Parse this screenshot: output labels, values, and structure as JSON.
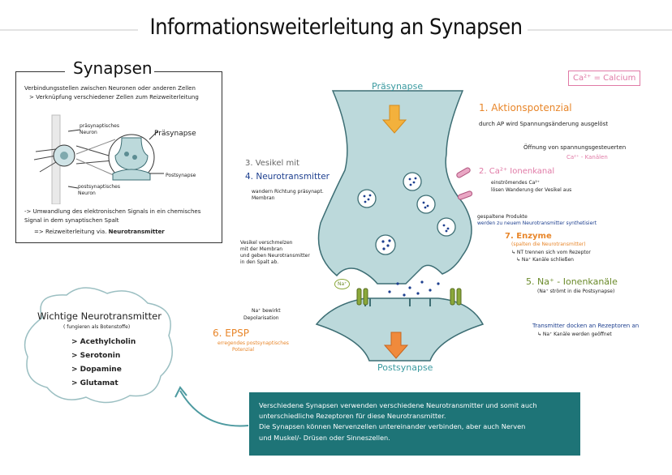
{
  "title": "Informationsweiterleitung an Synapsen",
  "synapsen_box": {
    "heading": "Synapsen",
    "def1": "Verbindungsstellen zwischen Neuronen oder anderen Zellen",
    "def2": "> Verknüpfung verschiedener Zellen zum Reizweiterleitung",
    "label_praesyn_neuron": "präsynaptisches Neuron",
    "label_postsyn_neuron": "postsynaptisches Neuron",
    "label_praesynapse": "Präsynapse",
    "label_postsynapse": "Postsynapse",
    "umw1": "-> Umwandlung des elektronischen Signals in ein chemisches",
    "umw2": "Signal in dem synaptischen Spalt",
    "reiz_prefix": "=> Reizweiterleitung via.",
    "reiz_bold": "Neurotransmitter"
  },
  "neurotransmitter_cloud": {
    "heading": "Wichtige Neurotransmitter",
    "sub": "( fungieren als Botenstoffe)",
    "items": [
      "> Acethylcholin",
      "> Serotonin",
      "> Dopamine",
      "> Glutamat"
    ]
  },
  "diagram": {
    "praesynapse": "Präsynapse",
    "postsynapse": "Postsynapse",
    "ca_note": "Ca²⁺ = Calcium",
    "s1_title": "1. Aktionspotenzial",
    "s1_text": "durch AP wird Spannungsänderung ausgelöst",
    "s1_text2": "Öffnung von spannungsgesteuerten",
    "s1_text3": "Ca²⁺ - Kanälen",
    "s2_title": "2. Ca²⁺ Ionenkanal",
    "s2_text1": "einströmendes Ca²⁺",
    "s2_text2": "lösen Wanderung der Vesikel aus",
    "s3_title": "3. Vesikel mit",
    "s4_title": "4. Neurotransmitter",
    "s4_text1": "wandern Richtung präsynapt.",
    "s4_text2": "Membran",
    "stored1": "gespaltene Produkte",
    "stored2": "werden zu neuem Neurotransmitter synthetisiert",
    "s7_title": "7. Enzyme",
    "s7_text1": "(spalten die Neurotransmitter)",
    "s7_text2": "↳ NT trennen sich vom Rezeptor",
    "s7_text3": "↳ Na⁺ Kanäle schließen",
    "fuse1": "Vesikel verschmelzen",
    "fuse2": "mit der Membran",
    "fuse3": "und geben Neurotransmitter",
    "fuse4": "in den Spalt ab.",
    "s5_title": "5. Na⁺ - Ionenkanäle",
    "s5_text": "(Na⁺ strömt in die Postsynapse)",
    "na_label": "Na⁺",
    "na_bewirkt1": "Na⁺ bewirkt",
    "na_bewirkt2": "Depolarisation",
    "s6_title": "6. EPSP",
    "s6_text1": "erregendes postsynaptisches",
    "s6_text2": "Potenzial",
    "transmitter1": "Transmitter docken an Rezeptoren an",
    "transmitter2": "↳ Na⁺ Kanäle werden geöffnet"
  },
  "info_box": {
    "line1": "Verschiedene Synapsen verwenden verschiedene Neurotransmitter und somit auch",
    "line2": "unterschiedliche Rezeptoren für diese Neurotransmitter.",
    "line3": "Die Synapsen können Nervenzellen untereinander verbinden, aber auch Nerven",
    "line4": "und Muskel/- Drüsen oder Sinneszellen."
  },
  "colors": {
    "synapse_fill": "#bcd9db",
    "synapse_stroke": "#3d6e74",
    "orange": "#e8862a",
    "teal_box": "#1e7477",
    "navy": "#1d3f8f",
    "pink": "#e07aa6",
    "green": "#8ba83a"
  }
}
